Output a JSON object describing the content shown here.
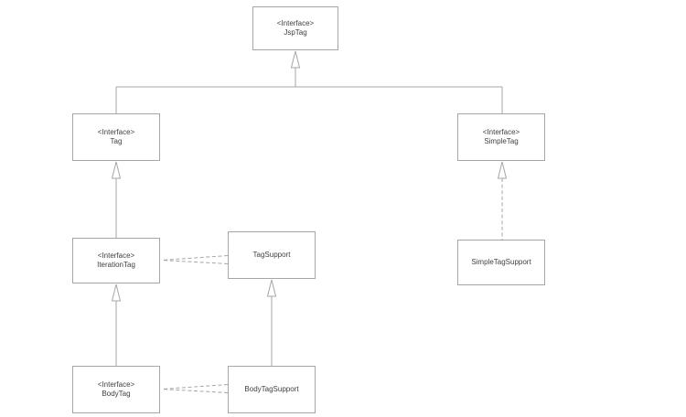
{
  "colors": {
    "background": "#ffffff",
    "box_border": "#a6a6a6",
    "connector": "#a6a6a6",
    "text": "#3f3f3f"
  },
  "nodes": {
    "jsptag": {
      "stereotype": "<Interface>",
      "name": "JspTag"
    },
    "tag": {
      "stereotype": "<Interface>",
      "name": "Tag"
    },
    "simpletag": {
      "stereotype": "<Interface>",
      "name": "SimpleTag"
    },
    "iterationtag": {
      "stereotype": "<Interface>",
      "name": "IterationTag"
    },
    "tagsupport": {
      "name": "TagSupport"
    },
    "bodytag": {
      "stereotype": "<Interface>",
      "name": "BodyTag"
    },
    "bodytagsupport": {
      "name": "BodyTagSupport"
    },
    "simpletagsupport": {
      "name": "SimpleTagSupport"
    }
  },
  "edges": [
    {
      "from": "Tag",
      "to": "JspTag",
      "type": "generalization",
      "line": "solid",
      "arrowhead": "hollow-triangle"
    },
    {
      "from": "SimpleTag",
      "to": "JspTag",
      "type": "generalization",
      "line": "solid",
      "arrowhead": "hollow-triangle"
    },
    {
      "from": "IterationTag",
      "to": "Tag",
      "type": "generalization",
      "line": "solid",
      "arrowhead": "hollow-triangle"
    },
    {
      "from": "BodyTag",
      "to": "IterationTag",
      "type": "generalization",
      "line": "solid",
      "arrowhead": "hollow-triangle"
    },
    {
      "from": "BodyTagSupport",
      "to": "TagSupport",
      "type": "generalization",
      "line": "solid",
      "arrowhead": "hollow-triangle"
    },
    {
      "from": "SimpleTagSupport",
      "to": "SimpleTag",
      "type": "realization",
      "line": "dashed",
      "arrowhead": "hollow-triangle"
    },
    {
      "from": "TagSupport",
      "to": "IterationTag",
      "type": "dependency",
      "line": "dashed",
      "arrowhead": "open"
    },
    {
      "from": "BodyTagSupport",
      "to": "BodyTag",
      "type": "dependency",
      "line": "dashed",
      "arrowhead": "open"
    }
  ]
}
